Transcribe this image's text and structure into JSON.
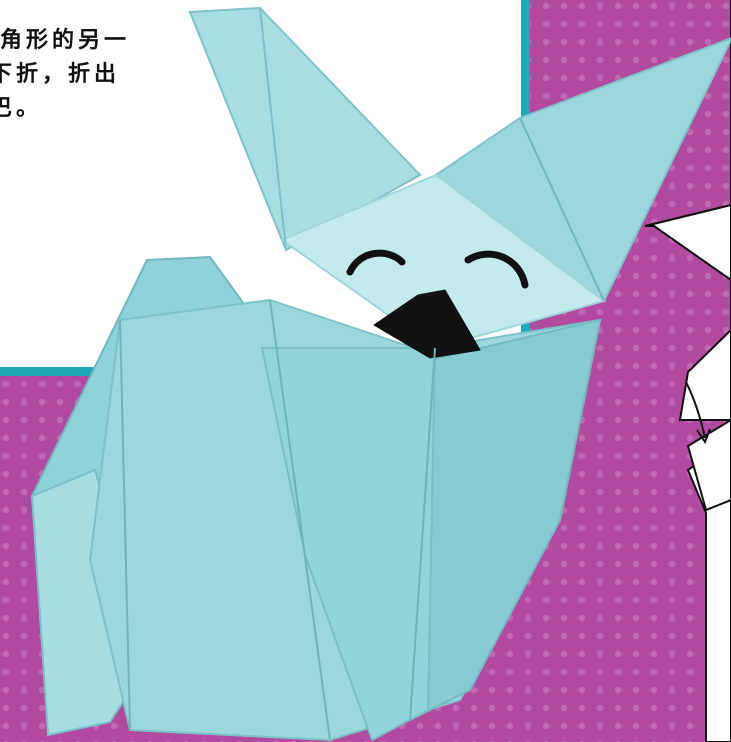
{
  "caption": {
    "lines": [
      "角形的另一",
      "下折，折出",
      "巴。"
    ]
  },
  "colors": {
    "background": "#b24aa0",
    "accent_border": "#1fa8b8",
    "paper": "#9bd8dc",
    "mouth": "#111111"
  }
}
